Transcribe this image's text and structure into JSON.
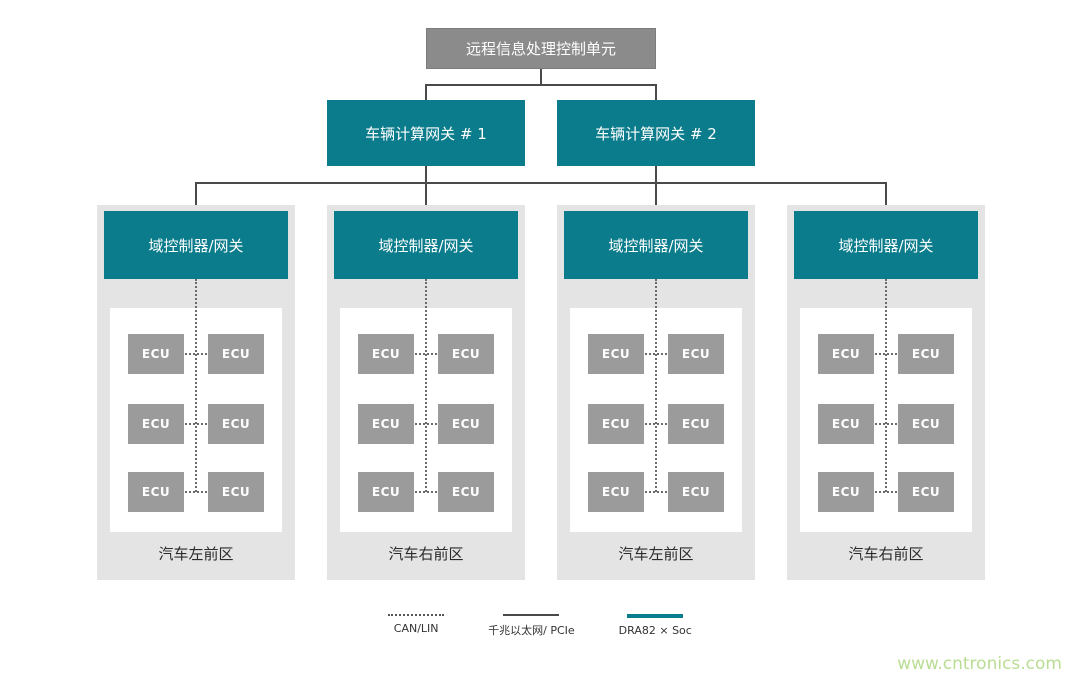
{
  "diagram": {
    "root_label": "远程信息处理控制单元",
    "gateways": [
      {
        "label": "车辆计算网关 # 1"
      },
      {
        "label": "车辆计算网关 # 2"
      }
    ],
    "domains": [
      {
        "controller": "域控制器/网关",
        "zone": "汽车左前区",
        "ecus": [
          "ECU",
          "ECU",
          "ECU",
          "ECU",
          "ECU",
          "ECU"
        ]
      },
      {
        "controller": "域控制器/网关",
        "zone": "汽车右前区",
        "ecus": [
          "ECU",
          "ECU",
          "ECU",
          "ECU",
          "ECU",
          "ECU"
        ]
      },
      {
        "controller": "域控制器/网关",
        "zone": "汽车左前区",
        "ecus": [
          "ECU",
          "ECU",
          "ECU",
          "ECU",
          "ECU",
          "ECU"
        ]
      },
      {
        "controller": "域控制器/网关",
        "zone": "汽车右前区",
        "ecus": [
          "ECU",
          "ECU",
          "ECU",
          "ECU",
          "ECU",
          "ECU"
        ]
      }
    ],
    "legend": [
      {
        "label": "CAN/LIN",
        "style": "dotted"
      },
      {
        "label": "千兆以太网/ PCIe",
        "style": "solid-dark"
      },
      {
        "label": "DRA82 × Soc",
        "style": "solid-teal"
      }
    ],
    "watermark": "www.cntronics.com",
    "colors": {
      "teal": "#0b7c8b",
      "root_gray": "#8b8b8b",
      "ecu_gray": "#9b9b9b",
      "column_bg": "#e4e4e4",
      "line": "#4a4a4a",
      "watermark_green": "#b9dd92"
    }
  }
}
